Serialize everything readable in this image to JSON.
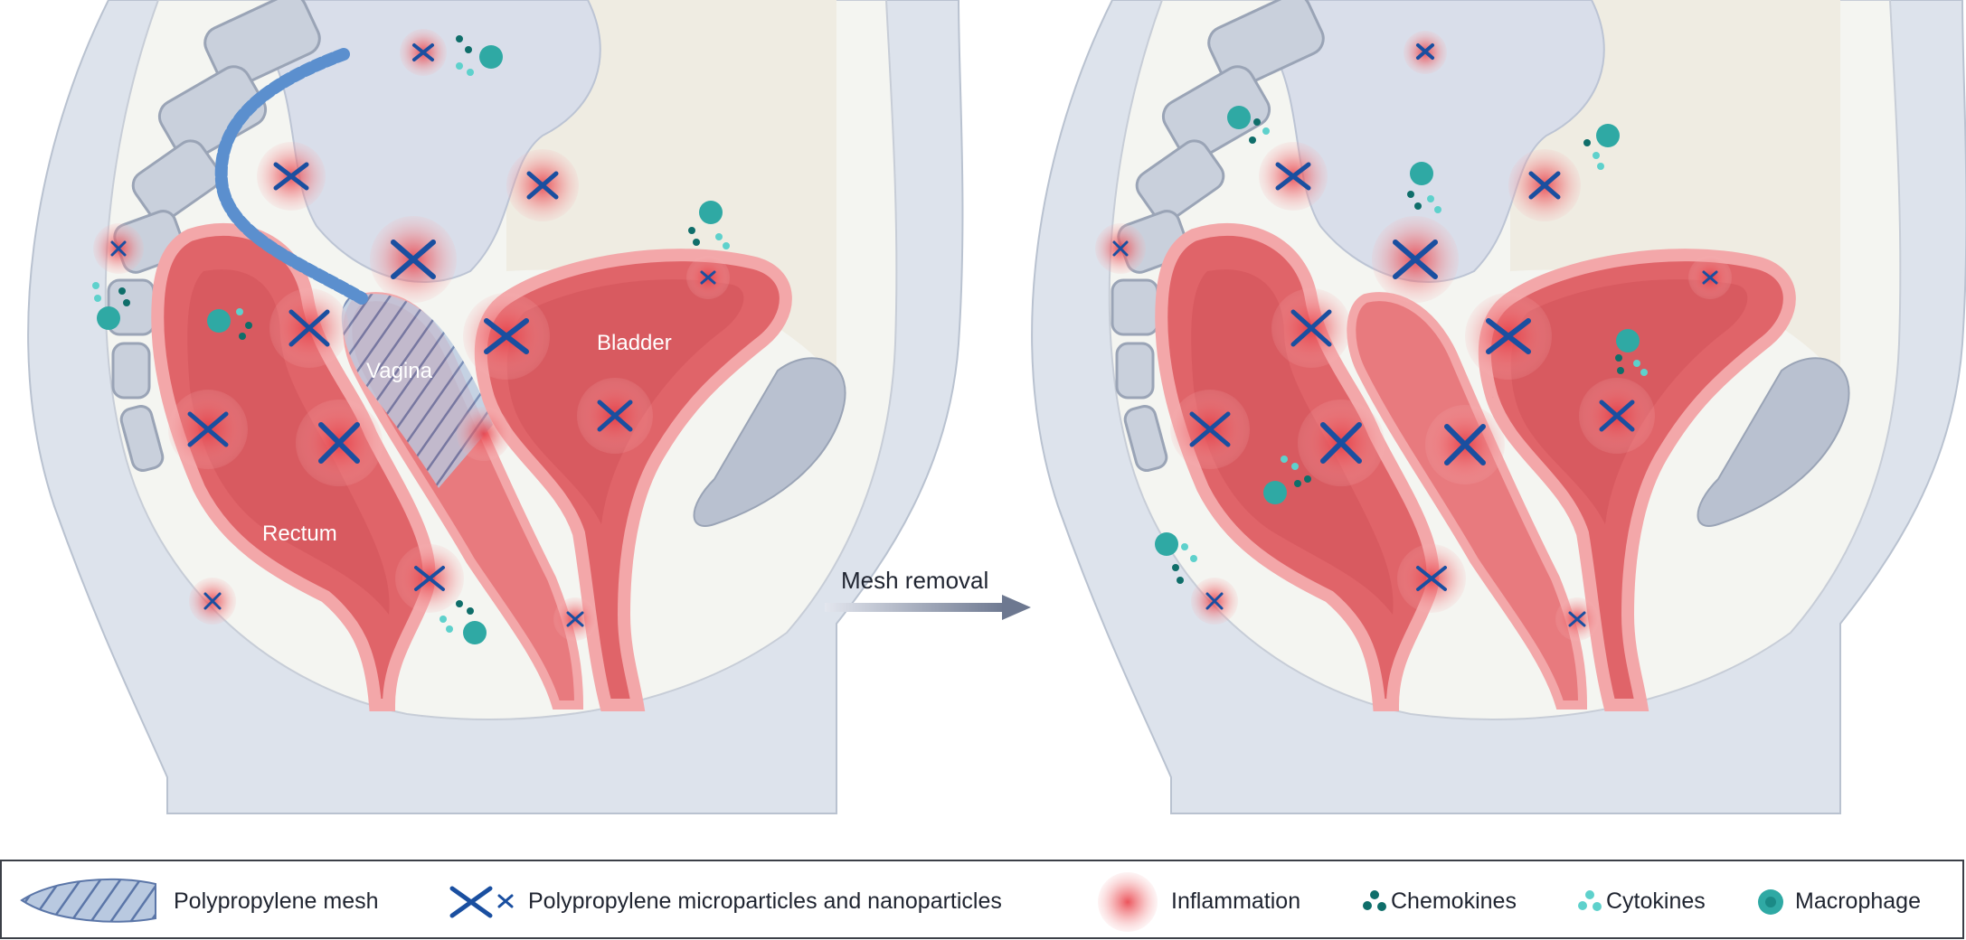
{
  "labels": {
    "vagina": "Vagina",
    "bladder": "Bladder",
    "rectum": "Rectum",
    "arrow": "Mesh removal"
  },
  "legend": [
    {
      "icon": "mesh-icon",
      "label": "Polypropylene mesh"
    },
    {
      "icon": "particle-icon",
      "label": "Polypropylene microparticles and nanoparticles"
    },
    {
      "icon": "inflammation-icon",
      "label": "Inflammation"
    },
    {
      "icon": "chemokine-icon",
      "label": "Chemokines"
    },
    {
      "icon": "cytokine-icon",
      "label": "Cytokines"
    },
    {
      "icon": "macrophage-icon",
      "label": "Macrophage"
    }
  ],
  "colors": {
    "tissue_red": "#e06469",
    "tissue_pink": "#f3a7a9",
    "body_grey": "#dfe4ec",
    "mesh_blue": "#5b8fce",
    "particle_navy": "#1a4fa0",
    "macrophage_teal": "#2fa9a4"
  }
}
